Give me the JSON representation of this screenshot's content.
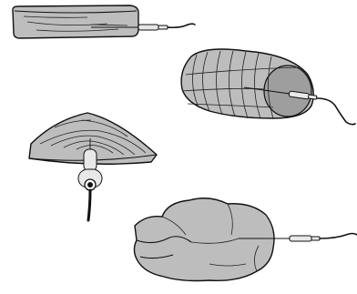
{
  "figure": {
    "items": [
      {
        "id": "steak",
        "icon": "steak-with-side-probe"
      },
      {
        "id": "roast",
        "icon": "tied-roast-with-probe"
      },
      {
        "id": "ham",
        "icon": "ham-with-bottom-probe"
      },
      {
        "id": "poultry",
        "icon": "poultry-with-probe"
      }
    ],
    "colors": {
      "meat": "#bdbdbd",
      "outline": "#111111",
      "background": "#ffffff"
    }
  }
}
